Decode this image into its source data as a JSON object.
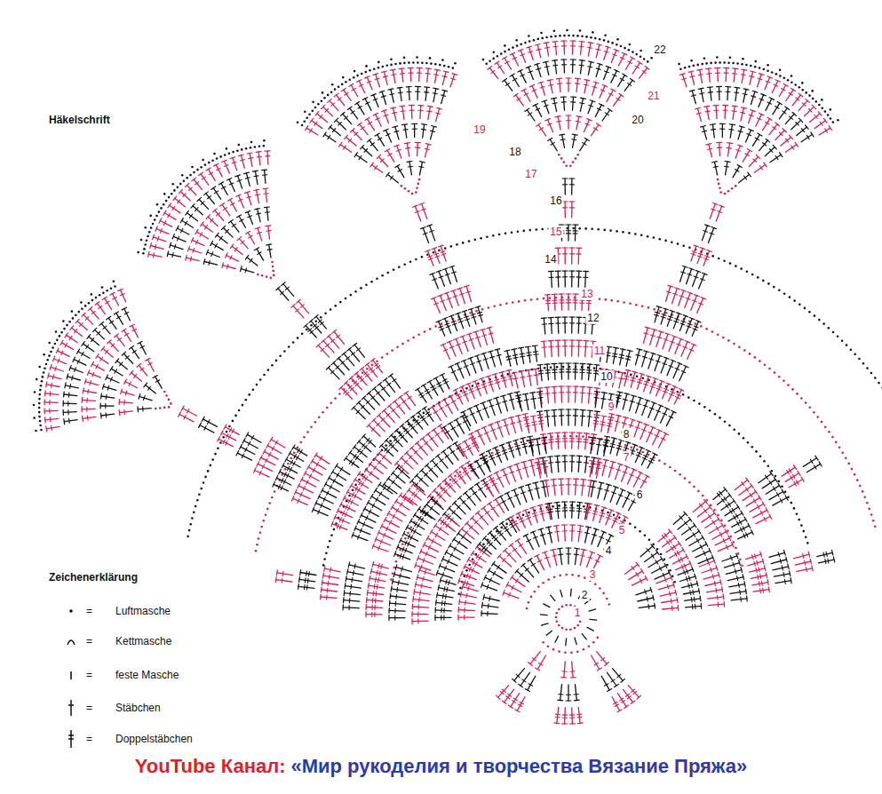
{
  "diagram": {
    "title": "Häkelschrift",
    "labels": [
      "22",
      "21",
      "20",
      "19",
      "18",
      "17",
      "16",
      "15",
      "14",
      "13",
      "12",
      "11",
      "10",
      "9",
      "8",
      "7",
      "6",
      "5",
      "4",
      "3",
      "2",
      "1",
      "Zeichenerklärung",
      "=",
      "=",
      "=",
      "=",
      "=",
      "YouTube Канал:",
      "«Мир рукоделия и творчества Вязание Пряжа»"
    ],
    "legend": [
      {
        "text": "Luftmasche"
      },
      {
        "text": "Kettmasche"
      },
      {
        "text": "feste Masche"
      },
      {
        "text": "Stäbchen"
      },
      {
        "text": "Doppelstäbchen"
      }
    ]
  }
}
